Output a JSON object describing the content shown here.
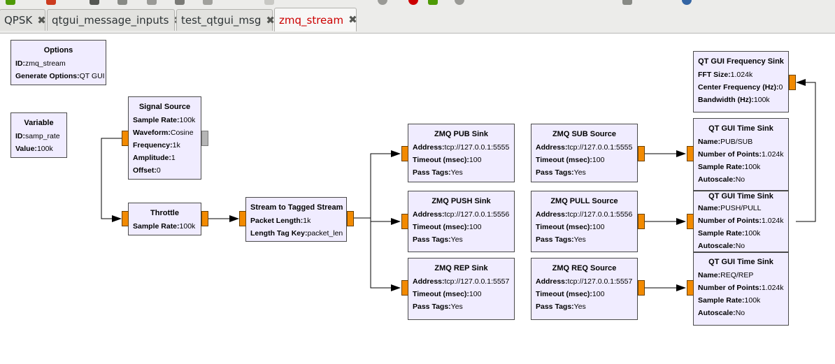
{
  "tabs": [
    {
      "label": "QPSK",
      "active": false
    },
    {
      "label": "qtgui_message_inputs",
      "active": false
    },
    {
      "label": "test_qtgui_msg",
      "active": false
    },
    {
      "label": "zmq_stream",
      "active": true
    }
  ],
  "colors": {
    "block_bg": "#f0ecff",
    "port": "#f28a00",
    "disabled_port": "#b5b5b5",
    "active_tab_text": "#cc0000"
  },
  "toolbar_icons": [
    "new-icon",
    "close-icon",
    "save-icon",
    "print-icon",
    "cut-icon",
    "copy-icon",
    "paste-icon",
    "delete-icon",
    "undo-icon",
    "redo-icon",
    "generate-icon",
    "execute-icon",
    "kill-icon",
    "search-icon"
  ],
  "blocks": {
    "options": {
      "title": "Options",
      "params": [
        {
          "k": "ID:",
          "v": "zmq_stream"
        },
        {
          "k": "Generate Options:",
          "v": "QT GUI"
        }
      ]
    },
    "variable": {
      "title": "Variable",
      "params": [
        {
          "k": "ID:",
          "v": "samp_rate"
        },
        {
          "k": "Value:",
          "v": "100k"
        }
      ]
    },
    "signal_source": {
      "title": "Signal Source",
      "params": [
        {
          "k": "Sample Rate:",
          "v": "100k"
        },
        {
          "k": "Waveform:",
          "v": "Cosine"
        },
        {
          "k": "Frequency:",
          "v": "1k"
        },
        {
          "k": "Amplitude:",
          "v": "1"
        },
        {
          "k": "Offset:",
          "v": "0"
        }
      ]
    },
    "throttle": {
      "title": "Throttle",
      "params": [
        {
          "k": "Sample Rate:",
          "v": "100k"
        }
      ]
    },
    "stream_to_tagged": {
      "title": "Stream to Tagged Stream",
      "params": [
        {
          "k": "Packet Length:",
          "v": "1k"
        },
        {
          "k": "Length Tag Key:",
          "v": "packet_len"
        }
      ]
    },
    "zmq_pub_sink": {
      "title": "ZMQ PUB Sink",
      "params": [
        {
          "k": "Address:",
          "v": "tcp://127.0.0.1:5555"
        },
        {
          "k": "Timeout (msec):",
          "v": "100"
        },
        {
          "k": "Pass Tags:",
          "v": "Yes"
        }
      ]
    },
    "zmq_push_sink": {
      "title": "ZMQ PUSH Sink",
      "params": [
        {
          "k": "Address:",
          "v": "tcp://127.0.0.1:5556"
        },
        {
          "k": "Timeout (msec):",
          "v": "100"
        },
        {
          "k": "Pass Tags:",
          "v": "Yes"
        }
      ]
    },
    "zmq_rep_sink": {
      "title": "ZMQ REP Sink",
      "params": [
        {
          "k": "Address:",
          "v": "tcp://127.0.0.1:5557"
        },
        {
          "k": "Timeout (msec):",
          "v": "100"
        },
        {
          "k": "Pass Tags:",
          "v": "Yes"
        }
      ]
    },
    "zmq_sub_source": {
      "title": "ZMQ SUB Source",
      "params": [
        {
          "k": "Address:",
          "v": "tcp://127.0.0.1:5555"
        },
        {
          "k": "Timeout (msec):",
          "v": "100"
        },
        {
          "k": "Pass Tags:",
          "v": "Yes"
        }
      ]
    },
    "zmq_pull_source": {
      "title": "ZMQ PULL Source",
      "params": [
        {
          "k": "Address:",
          "v": "tcp://127.0.0.1:5556"
        },
        {
          "k": "Timeout (msec):",
          "v": "100"
        },
        {
          "k": "Pass Tags:",
          "v": "Yes"
        }
      ]
    },
    "zmq_req_source": {
      "title": "ZMQ REQ Source",
      "params": [
        {
          "k": "Address:",
          "v": "tcp://127.0.0.1:5557"
        },
        {
          "k": "Timeout (msec):",
          "v": "100"
        },
        {
          "k": "Pass Tags:",
          "v": "Yes"
        }
      ]
    },
    "qt_freq_sink": {
      "title": "QT GUI Frequency Sink",
      "params": [
        {
          "k": "FFT Size:",
          "v": "1.024k"
        },
        {
          "k": "Center Frequency (Hz):",
          "v": "0"
        },
        {
          "k": "Bandwidth (Hz):",
          "v": "100k"
        }
      ]
    },
    "qt_time_sink_1": {
      "title": "QT GUI Time Sink",
      "params": [
        {
          "k": "Name:",
          "v": "PUB/SUB"
        },
        {
          "k": "Number of Points:",
          "v": "1.024k"
        },
        {
          "k": "Sample Rate:",
          "v": "100k"
        },
        {
          "k": "Autoscale:",
          "v": "No"
        }
      ]
    },
    "qt_time_sink_2": {
      "title": "QT GUI Time Sink",
      "params": [
        {
          "k": "Name:",
          "v": "PUSH/PULL"
        },
        {
          "k": "Number of Points:",
          "v": "1.024k"
        },
        {
          "k": "Sample Rate:",
          "v": "100k"
        },
        {
          "k": "Autoscale:",
          "v": "No"
        }
      ]
    },
    "qt_time_sink_3": {
      "title": "QT GUI Time Sink",
      "params": [
        {
          "k": "Name:",
          "v": "REQ/REP"
        },
        {
          "k": "Number of Points:",
          "v": "1.024k"
        },
        {
          "k": "Sample Rate:",
          "v": "100k"
        },
        {
          "k": "Autoscale:",
          "v": "No"
        }
      ]
    }
  }
}
